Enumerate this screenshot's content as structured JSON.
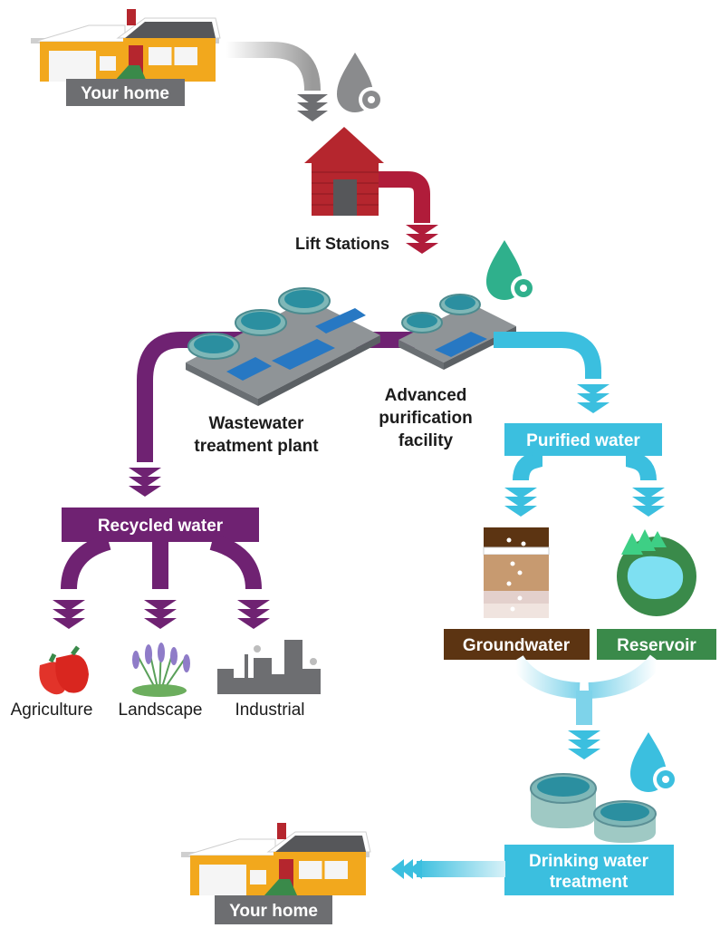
{
  "diagram": {
    "top_home_label": "Your home",
    "lift_stations_label": "Lift Stations",
    "wastewater_plant_label": [
      "Wastewater",
      "treatment plant"
    ],
    "advanced_facility_label": [
      "Advanced",
      "purification",
      "facility"
    ],
    "purified_water_label": "Purified water",
    "recycled_water_label": "Recycled water",
    "uses": [
      "Agriculture",
      "Landscape",
      "Industrial"
    ],
    "groundwater_label": "Groundwater",
    "reservoir_label": "Reservoir",
    "drinking_water_label": [
      "Drinking water",
      "treatment"
    ],
    "bottom_home_label": "Your home"
  },
  "colors": {
    "gray": "#6d6e71",
    "crimson": "#b01c3a",
    "purple": "#6f2272",
    "cyan": "#3bbfdf",
    "brown": "#5c3412",
    "green": "#3a8a4a",
    "house_orange": "#f2a81d",
    "brick": "#b5262e"
  },
  "icons": [
    "house-icon",
    "water-gear-icon",
    "lift-station-icon",
    "treatment-plant-icon",
    "purification-facility-icon",
    "peppers-icon",
    "lavender-icon",
    "factory-icon",
    "groundwater-icon",
    "reservoir-icon",
    "drinking-water-tanks-icon"
  ]
}
